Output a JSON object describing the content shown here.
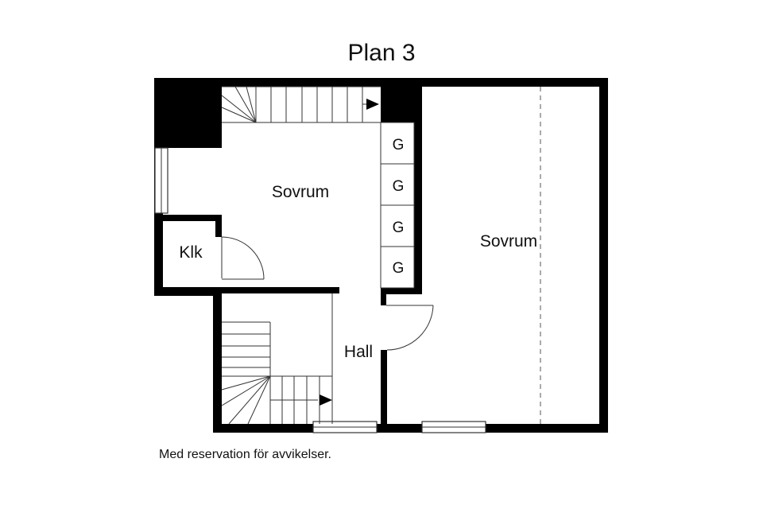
{
  "title": "Plan 3",
  "rooms": {
    "bedroom_left": "Sovrum",
    "bedroom_right": "Sovrum",
    "closet": "Klk",
    "hall": "Hall"
  },
  "wardrobes": [
    "G",
    "G",
    "G",
    "G"
  ],
  "disclaimer": "Med reservation för avvikelser.",
  "colors": {
    "wall": "#000000",
    "line": "#333333",
    "background": "#ffffff"
  }
}
